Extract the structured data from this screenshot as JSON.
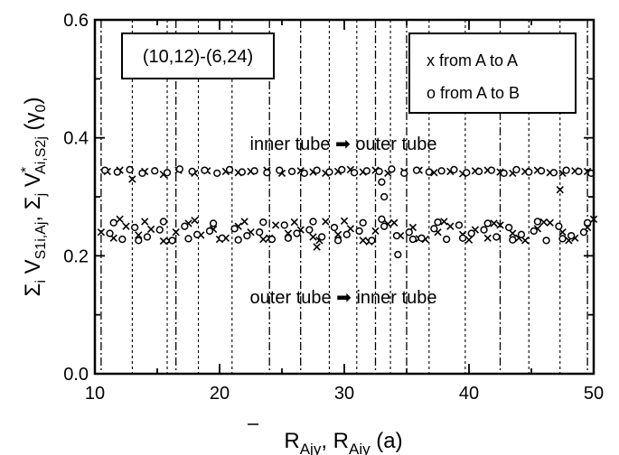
{
  "chart_data": {
    "type": "scatter",
    "xlim": [
      10,
      50
    ],
    "ylim": [
      0.0,
      0.6
    ],
    "x_ticks": [
      "10",
      "20",
      "30",
      "40",
      "50"
    ],
    "y_ticks": [
      "0.0",
      "0.2",
      "0.4",
      "0.6"
    ],
    "xlabel": {
      "main": "R",
      "sub1": "Ajy",
      "mid": ", R",
      "sub2": "Aiy",
      "tail": " (a)"
    },
    "ylabel": {
      "s1": "Σ",
      "s1sub": "i",
      "v1": " V",
      "v1sub": "S1i,Aj",
      "comma": ", Σ",
      "s2sub": "j",
      "v2": " V",
      "v2sup": "*",
      "v2sub": "Ai,S2j",
      "unit": " (γ",
      "unitsub": "0",
      "close": ")"
    },
    "box_label": "(10,12)-(6,24)",
    "annotations": {
      "upper": "inner tube ➡ outer tube",
      "lower": "outer tube ➡ inner tube"
    },
    "legend": {
      "position": "top-right",
      "entries": [
        {
          "marker": "x",
          "label": "x from A to A"
        },
        {
          "marker": "o",
          "label": "o from A to B"
        }
      ]
    },
    "vertical_lines": {
      "dash_dot": [
        10.5,
        16.5,
        24.0,
        26.5,
        32.5,
        35.0,
        42.5,
        49.5
      ],
      "dotted": [
        13.0,
        15.8,
        18.3,
        21.0,
        28.8,
        31.0,
        33.7,
        36.8,
        39.7,
        44.8,
        47.3
      ]
    },
    "series": [
      {
        "name": "x from A to A",
        "marker": "x",
        "x": [
          11.0,
          12.0,
          13.0,
          14.0,
          15.5,
          16.7,
          18.0,
          19.0,
          20.5,
          21.5,
          22.5,
          23.8,
          25.0,
          26.5,
          27.5,
          28.5,
          29.5,
          30.5,
          31.5,
          32.5,
          33.5,
          34.8,
          36.0,
          37.2,
          38.5,
          39.5,
          40.5,
          41.5,
          42.5,
          43.5,
          44.5,
          45.5,
          46.5,
          47.5,
          48.5,
          49.5,
          10.5,
          11.5,
          12.5,
          13.5,
          14.5,
          15.5,
          16.5,
          17.5,
          18.5,
          19.5,
          20.5,
          21.5,
          22.5,
          23.5,
          24.5,
          25.5,
          26.5,
          27.5,
          28.5,
          29.5,
          30.5,
          31.5,
          32.5,
          33.5,
          34.5,
          35.5,
          36.5,
          37.5,
          38.5,
          39.5,
          40.5,
          41.5,
          42.5,
          43.5,
          44.5,
          45.5,
          46.5,
          47.5,
          48.5,
          49.5,
          12.0,
          14.0,
          16.0,
          18.0,
          20.0,
          22.0,
          24.0,
          26.0,
          28.0,
          30.0,
          32.0,
          34.0,
          36.0,
          38.0,
          40.0,
          42.0,
          44.0,
          46.0,
          48.0,
          50.0,
          27.8,
          47.3
        ],
        "y": [
          0.343,
          0.345,
          0.33,
          0.343,
          0.338,
          0.345,
          0.34,
          0.344,
          0.343,
          0.341,
          0.343,
          0.345,
          0.34,
          0.344,
          0.342,
          0.34,
          0.343,
          0.346,
          0.342,
          0.345,
          0.34,
          0.343,
          0.345,
          0.341,
          0.343,
          0.339,
          0.344,
          0.345,
          0.342,
          0.34,
          0.343,
          0.345,
          0.341,
          0.34,
          0.344,
          0.343,
          0.24,
          0.23,
          0.25,
          0.235,
          0.245,
          0.225,
          0.24,
          0.255,
          0.235,
          0.245,
          0.23,
          0.25,
          0.24,
          0.228,
          0.252,
          0.238,
          0.244,
          0.232,
          0.258,
          0.236,
          0.246,
          0.226,
          0.242,
          0.254,
          0.234,
          0.248,
          0.228,
          0.24,
          0.25,
          0.236,
          0.244,
          0.23,
          0.252,
          0.238,
          0.226,
          0.246,
          0.256,
          0.24,
          0.23,
          0.248,
          0.262,
          0.258,
          0.225,
          0.26,
          0.228,
          0.258,
          0.23,
          0.257,
          0.226,
          0.259,
          0.224,
          0.256,
          0.229,
          0.258,
          0.227,
          0.255,
          0.23,
          0.257,
          0.226,
          0.262,
          0.215,
          0.312
        ]
      },
      {
        "name": "o from A to B",
        "marker": "o",
        "x": [
          10.8,
          11.8,
          12.8,
          13.8,
          14.8,
          15.8,
          16.8,
          17.8,
          18.8,
          19.8,
          20.8,
          21.8,
          22.8,
          23.8,
          24.8,
          25.8,
          26.8,
          27.8,
          28.8,
          29.8,
          30.8,
          31.8,
          32.8,
          33.8,
          34.8,
          35.8,
          36.8,
          37.8,
          38.8,
          39.8,
          40.8,
          41.8,
          42.8,
          43.8,
          44.8,
          45.8,
          46.8,
          47.8,
          48.8,
          49.8,
          11.2,
          12.2,
          13.2,
          14.2,
          15.2,
          16.2,
          17.2,
          18.2,
          19.2,
          20.2,
          21.2,
          22.2,
          23.2,
          24.2,
          25.2,
          26.2,
          27.2,
          28.2,
          29.2,
          30.2,
          31.2,
          32.2,
          33.2,
          34.2,
          35.2,
          36.2,
          37.2,
          38.2,
          39.2,
          40.2,
          41.2,
          42.2,
          43.2,
          44.2,
          45.2,
          46.2,
          47.2,
          48.2,
          49.2,
          11.5,
          13.5,
          15.5,
          17.5,
          19.5,
          21.5,
          23.5,
          25.5,
          27.5,
          29.5,
          31.5,
          33.0,
          35.5,
          37.5,
          39.5,
          41.5,
          43.5,
          45.5,
          47.5,
          49.5,
          33.2,
          34.3,
          33.0
        ],
        "y": [
          0.345,
          0.342,
          0.346,
          0.34,
          0.344,
          0.341,
          0.347,
          0.343,
          0.345,
          0.34,
          0.346,
          0.342,
          0.344,
          0.341,
          0.345,
          0.343,
          0.34,
          0.345,
          0.342,
          0.346,
          0.341,
          0.344,
          0.343,
          0.347,
          0.34,
          0.345,
          0.342,
          0.344,
          0.346,
          0.341,
          0.343,
          0.345,
          0.34,
          0.346,
          0.342,
          0.344,
          0.341,
          0.345,
          0.343,
          0.34,
          0.238,
          0.228,
          0.248,
          0.232,
          0.244,
          0.226,
          0.25,
          0.236,
          0.242,
          0.23,
          0.246,
          0.234,
          0.24,
          0.228,
          0.252,
          0.238,
          0.244,
          0.232,
          0.248,
          0.236,
          0.242,
          0.226,
          0.25,
          0.234,
          0.24,
          0.23,
          0.246,
          0.228,
          0.252,
          0.238,
          0.244,
          0.232,
          0.248,
          0.236,
          0.242,
          0.226,
          0.25,
          0.234,
          0.24,
          0.256,
          0.226,
          0.258,
          0.229,
          0.255,
          0.227,
          0.257,
          0.23,
          0.258,
          0.226,
          0.256,
          0.262,
          0.228,
          0.257,
          0.23,
          0.255,
          0.227,
          0.258,
          0.229,
          0.256,
          0.3,
          0.202,
          0.325
        ]
      }
    ]
  }
}
